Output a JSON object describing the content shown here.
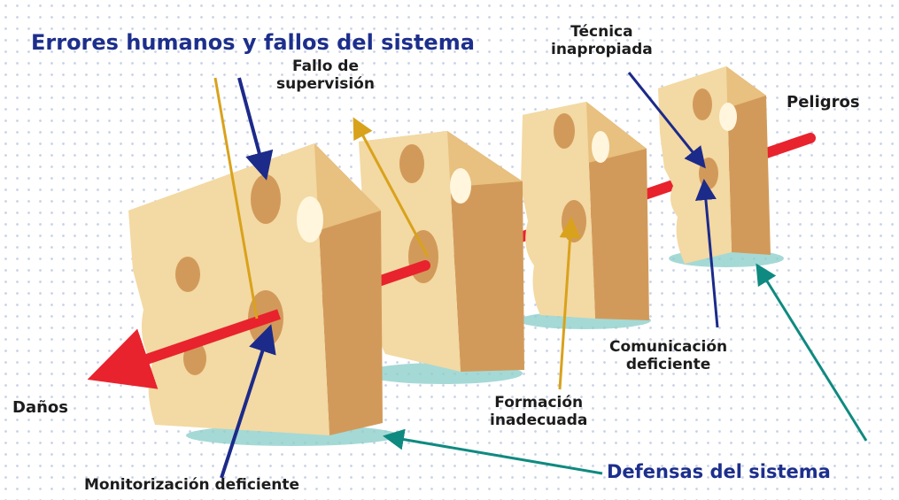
{
  "title": "Errores humanos y fallos del sistema",
  "labels": {
    "fallo_supervision": [
      "Fallo de",
      "supervisión"
    ],
    "tecnica_inapropiada": [
      "Técnica",
      "inapropiada"
    ],
    "peligros": "Peligros",
    "danos": "Daños",
    "comunicacion_deficiente": [
      "Comunicación",
      "deficiente"
    ],
    "formacion_inadecuada": [
      "Formación",
      "inadecuada"
    ],
    "monitorizacion_deficiente": "Monitorización deficiente",
    "defensas_sistema": "Defensas del sistema"
  },
  "colors": {
    "title": "#1d2f8c",
    "cheese_face": "#f3d9a3",
    "cheese_side": "#d29a5a",
    "cheese_top": "#e8c07f",
    "hazard_arrow": "#e8232d",
    "human_arrow": "#d9a21c",
    "system_arrow": "#1c2a8a",
    "defense_arrow": "#0f8a80"
  }
}
